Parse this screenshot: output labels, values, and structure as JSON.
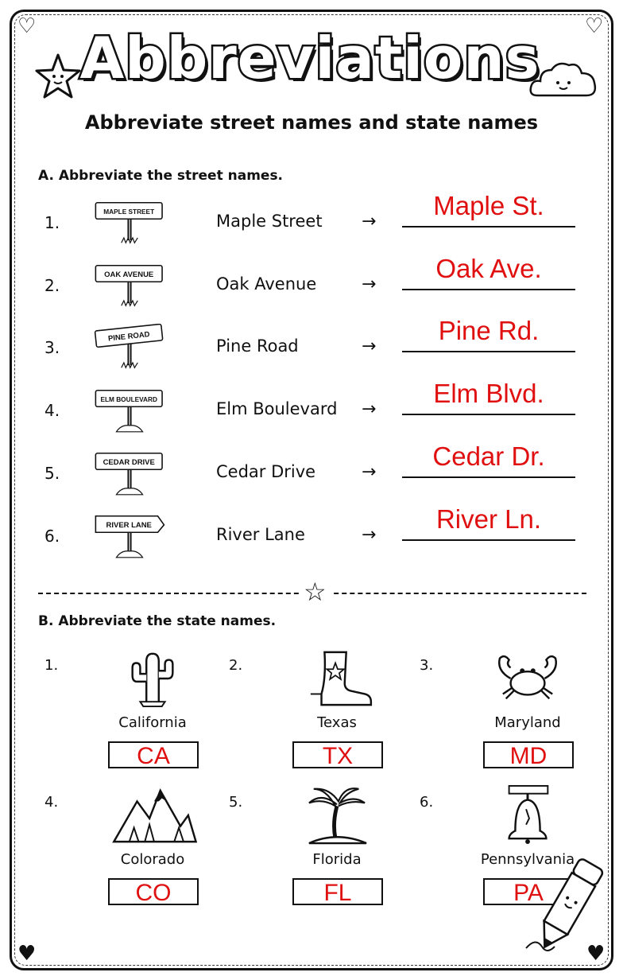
{
  "title": "Abbreviations",
  "subtitle": "Abbreviate street names and state names",
  "section_a": {
    "heading": "A. Abbreviate the street names.",
    "rows": [
      {
        "num": "1.",
        "sign": "MAPLE STREET",
        "name": "Maple Street",
        "arrow": "→",
        "answer": "Maple St."
      },
      {
        "num": "2.",
        "sign": "OAK AVENUE",
        "name": "Oak Avenue",
        "arrow": "→",
        "answer": "Oak Ave."
      },
      {
        "num": "3.",
        "sign": "PINE ROAD",
        "name": "Pine Road",
        "arrow": "→",
        "answer": "Pine Rd."
      },
      {
        "num": "4.",
        "sign": "ELM BOULEVARD",
        "name": "Elm Boulevard",
        "arrow": "→",
        "answer": "Elm Blvd."
      },
      {
        "num": "5.",
        "sign": "CEDAR DRIVE",
        "name": "Cedar Drive",
        "arrow": "→",
        "answer": "Cedar Dr."
      },
      {
        "num": "6.",
        "sign": "RIVER LANE",
        "name": "River Lane",
        "arrow": "→",
        "answer": "River Ln."
      }
    ]
  },
  "section_b": {
    "heading": "B. Abbreviate the state names.",
    "states": [
      {
        "num": "1.",
        "icon": "cactus-icon",
        "name": "California",
        "abbr": "CA"
      },
      {
        "num": "2.",
        "icon": "cowboy-boot-icon",
        "name": "Texas",
        "abbr": "TX"
      },
      {
        "num": "3.",
        "icon": "crab-icon",
        "name": "Maryland",
        "abbr": "MD"
      },
      {
        "num": "4.",
        "icon": "mountains-icon",
        "name": "Colorado",
        "abbr": "CO"
      },
      {
        "num": "5.",
        "icon": "palm-tree-icon",
        "name": "Florida",
        "abbr": "FL"
      },
      {
        "num": "6.",
        "icon": "liberty-bell-icon",
        "name": "Pennsylvania",
        "abbr": "PA"
      }
    ]
  },
  "colors": {
    "answer": "#e01010",
    "ink": "#111111"
  }
}
